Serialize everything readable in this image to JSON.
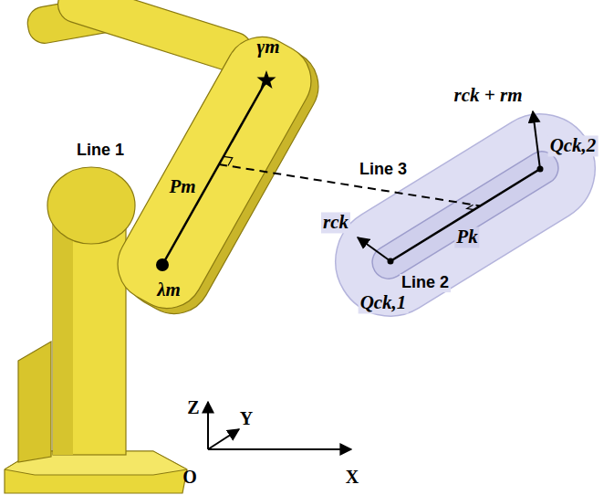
{
  "diagram": {
    "labels": [
      "γm",
      "Line 1",
      "Pm",
      "λm",
      "Line 3",
      "rck + rm",
      "Qck,2",
      "Pk",
      "rck",
      "Line 2",
      "Qck,1",
      "Z",
      "Y",
      "O",
      "X"
    ]
  }
}
